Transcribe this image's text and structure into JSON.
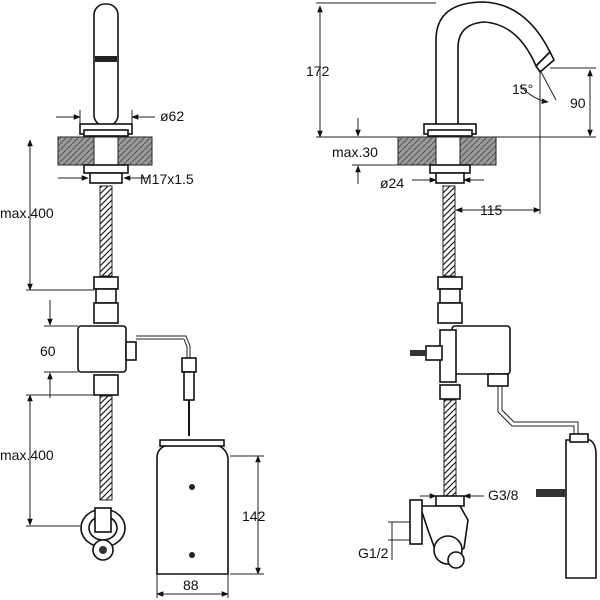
{
  "front_view": {
    "dim_spout_diameter": "ø62",
    "dim_thread": "M17x1.5",
    "dim_upper_hose": "max.400",
    "dim_valve_height": "60",
    "dim_lower_hose": "max.400",
    "dim_box_height": "142",
    "dim_box_width": "88"
  },
  "side_view": {
    "dim_spout_height": "172",
    "dim_spout_angle": "15°",
    "dim_outlet_height": "90",
    "dim_deck_thickness": "max.30",
    "dim_hole_diameter": "ø24",
    "dim_projection": "115",
    "dim_outlet_thread": "G3/8",
    "dim_inlet_thread": "G1/2"
  }
}
